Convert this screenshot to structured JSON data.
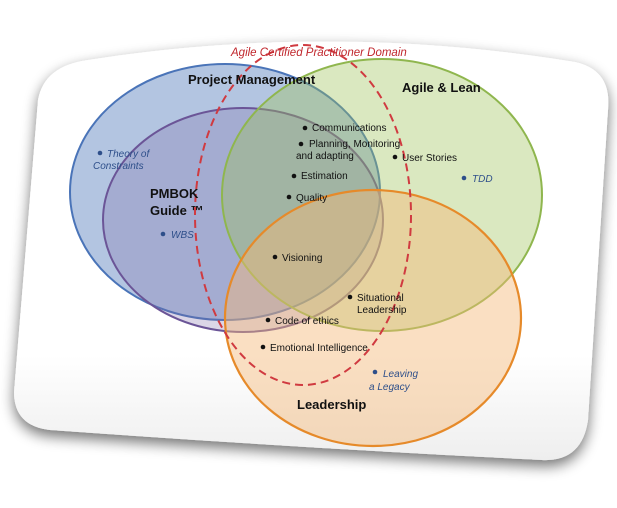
{
  "diagram": {
    "domain_label": "Agile Certified Practitioner Domain",
    "sets": {
      "project_management": {
        "label": "Project Management",
        "color": "#4a74b8"
      },
      "pmbok": {
        "label_line1": "PMBOK",
        "label_line2": "Guide ™",
        "color": "#6b5597"
      },
      "agile_lean": {
        "label": "Agile & Lean",
        "color": "#8fb64e"
      },
      "leadership": {
        "label": "Leadership",
        "color": "#e68a2a"
      },
      "acp_domain": {
        "color": "#d03a40"
      }
    },
    "items": {
      "communications": "Communications",
      "planning_line1": "Planning, Monitoring",
      "planning_line2": "and adapting",
      "estimation": "Estimation",
      "quality": "Quality",
      "user_stories": "User Stories",
      "tdd": "TDD",
      "theory_line1": "Theory of",
      "theory_line2": "Constraints",
      "wbs": "WBS",
      "visioning": "Visioning",
      "situational_line1": "Situational",
      "situational_line2": "Leadership",
      "code_of_ethics": "Code of ethics",
      "emotional_intelligence": "Emotional Intelligence",
      "leaving_line1": "Leaving",
      "leaving_line2": "a Legacy"
    }
  }
}
